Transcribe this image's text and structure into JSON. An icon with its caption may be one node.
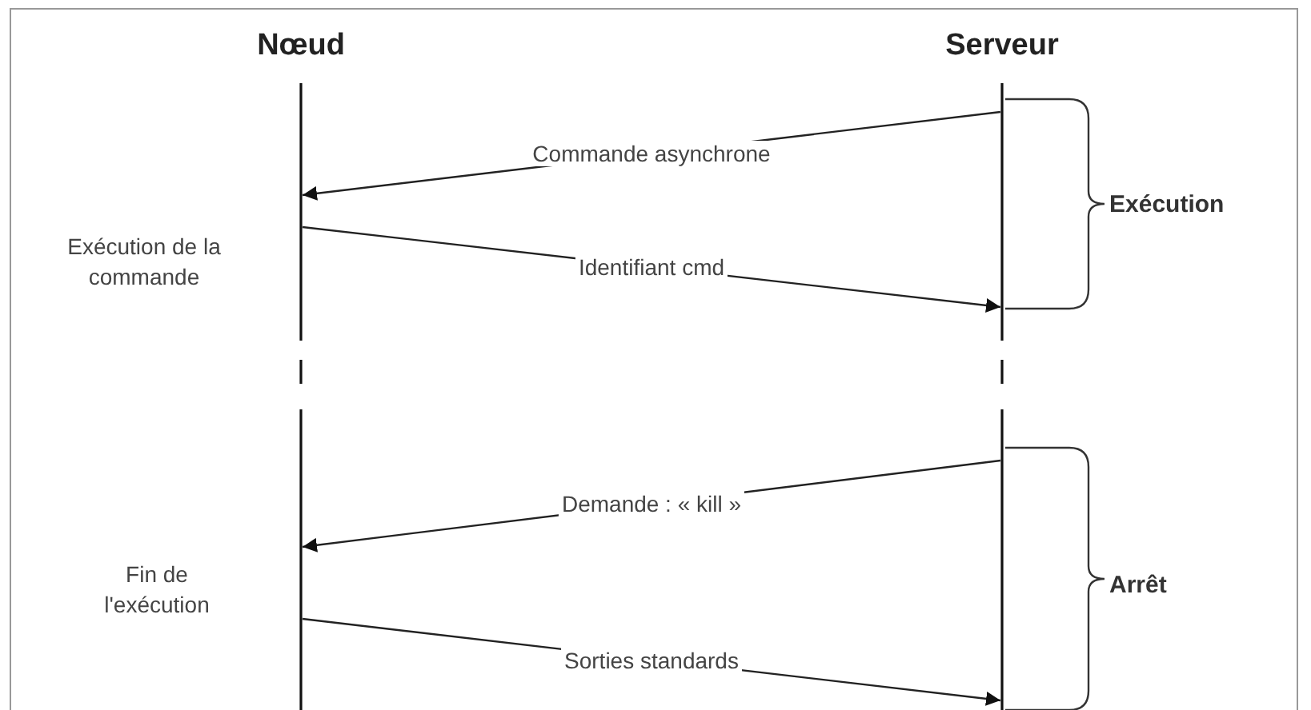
{
  "diagram": {
    "nodes": [
      {
        "text": [
          "Nœud"
        ]
      },
      {
        "text": [
          "Serveur"
        ]
      }
    ],
    "edges": [
      {
        "from": 1,
        "to": 0,
        "arrow": "to",
        "label": "Commande asynchrone"
      },
      {
        "from": 0,
        "to": 1,
        "arrow": "to",
        "label": "Identifiant cmd"
      },
      {
        "from": 1,
        "to": 0,
        "arrow": "to",
        "label": "Demande : « kill »"
      },
      {
        "from": 0,
        "to": 1,
        "arrow": "to",
        "label": "Sorties standards"
      }
    ],
    "labels": [
      "Exécution de la commande",
      "Exécution",
      "Fin de l'exécution",
      "Arrêt"
    ]
  }
}
